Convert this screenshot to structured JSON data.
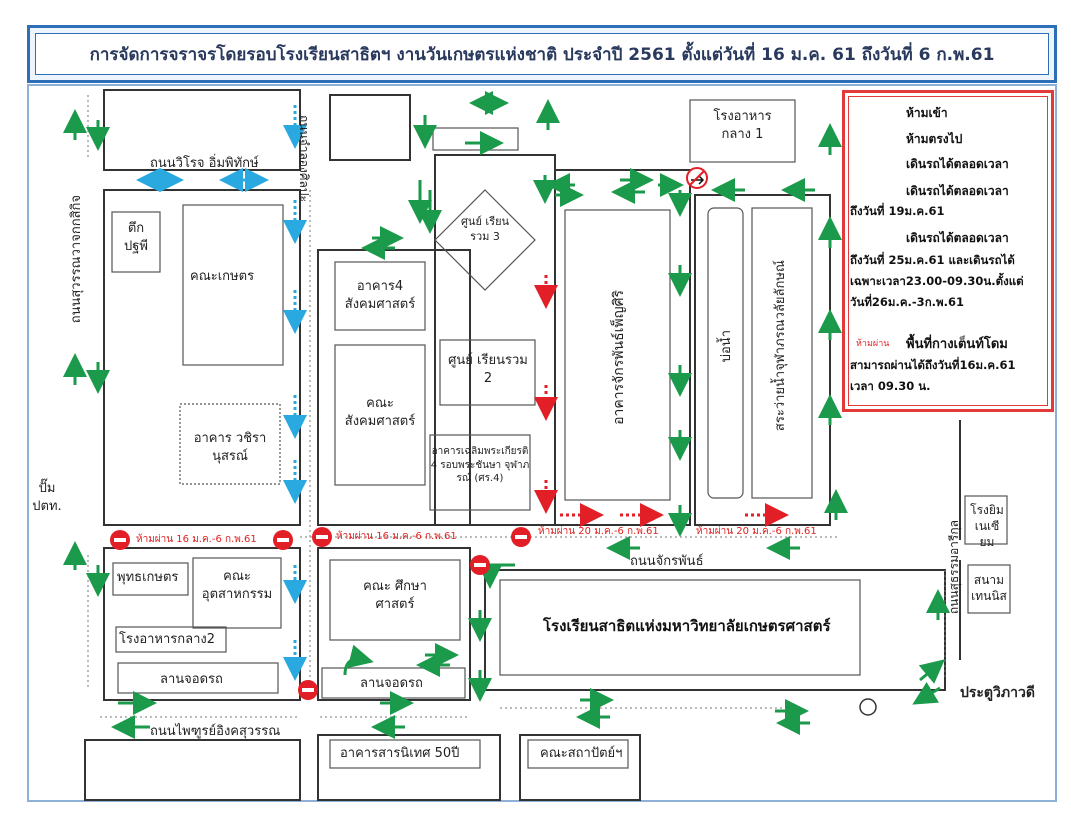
{
  "title": "การจัดการจราจรโดยรอบโรงเรียนสาธิตฯ งานวันเกษตรแห่งชาติ ประจำปี 2561 ตั้งแต่วันที่ 16 ม.ค. 61 ถึงวันที่ 6 ก.พ.61",
  "colors": {
    "allowed": "#1a9a4a",
    "until_date": "#e21f26",
    "night_only": "#2aa8e0",
    "no_entry": "#e21f26",
    "title_border": "#2d6fb7",
    "legend_border": "#e23a3a"
  },
  "roads": {
    "wiroj": "ถนนวิโรจ อิ่มพิทักษ์",
    "suwanwajok": "ถนนสุวรรณวาจกกสิกิจ",
    "jamlong": "ถนนจำลองศิลปะ",
    "chakkraphan": "ถนนจักรพันธ์",
    "paiboon": "ถนนไพฑูรย์อิงคสุวรรณ",
    "suthamma": "ถนนสุธรรมอารีกุล"
  },
  "buildings": {
    "tuek_patapi": "ตึก ปฐพี",
    "faculty_agri": "คณะเกษตร",
    "vajira": "อาคาร วชิรานุสรณ์",
    "putta": "พุทธเกษตร",
    "agro_industry": "คณะ อุตสาหกรรม",
    "canteen2": "โรงอาหารกลาง2",
    "parking1": "ลานจอดรถ",
    "soc4": "อาคาร4 สังคมศาสตร์",
    "social": "คณะ สังคมศาสตร์",
    "center3": "ศูนย์ เรียนรวม 3",
    "center2": "ศูนย์ เรียนรวม 2",
    "chaloem": "อาคารเฉลิมพระเกียรติ 4 รอบพระชันษา จุฬาภรณ์ (ศร.4)",
    "education": "คณะ ศึกษาศาสตร์",
    "parking2": "ลานจอดรถ",
    "canteen1": "โรงอาหาร กลาง 1",
    "chakkraphan_bldg": "อาคารจักรพันธ์เพ็ญศิริ",
    "pond": "บ่อน้ำ",
    "pool": "สระว่ายน้ำจุฬาภรณวลัยลักษณ์",
    "school": "โรงเรียนสาธิตแห่งมหาวิทยาลัยเกษตรศาสตร์",
    "gym": "โรงยิม เนเซียม",
    "tennis": "สนาม เทนนิส",
    "gate": "ประตูวิภาวดี",
    "sarnithet": "อาคารสารนิเทศ 50ปี",
    "architecture": "คณะสถาปัตย์ฯ",
    "pump": "ปั๊ม ปตท."
  },
  "closures": {
    "c1": "ห้ามผ่าน 16 ม.ค.-6 ก.พ.61",
    "c2": "ห้ามผ่าน 16 ม.ค.-6 ก.พ.61",
    "c3": "ห้ามผ่าน 20 ม.ค.-6 ก.พ.61",
    "c4": "ห้ามผ่าน 20 ม.ค.-6 ก.พ.61"
  },
  "legend": {
    "no_entry": "ห้ามเข้า",
    "no_straight": "ห้ามตรงไป",
    "allowed_always": "เดินรถได้ตลอดเวลา",
    "allowed_until": "เดินรถได้ตลอดเวลา",
    "allowed_until_note": "ถึงวันที่ 19ม.ค.61",
    "allowed_night": "เดินรถได้ตลอดเวลา",
    "allowed_night_note1": "ถึงวันที่ 25ม.ค.61 และเดินรถได้",
    "allowed_night_note2": "เฉพาะเวลา23.00-09.30น.ตั้งแต่",
    "allowed_night_note3": "วันที่26ม.ค.-3ก.พ.61",
    "tent_prefix": "ห้ามผ่าน",
    "tent_label": "พื้นที่กางเต็นท์โดม",
    "tent_note1": "สามารถผ่านได้ถึงวันที่16ม.ค.61",
    "tent_note2": "เวลา 09.30 น."
  }
}
